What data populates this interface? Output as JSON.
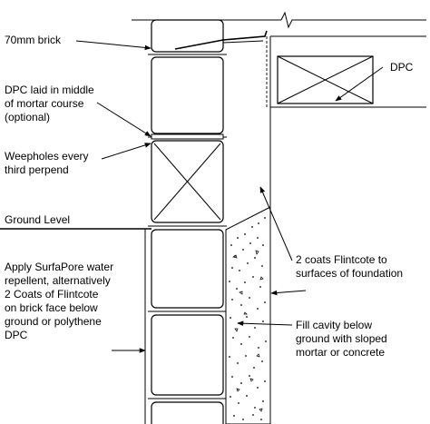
{
  "labels": {
    "brick": "70mm brick",
    "dpc_middle": [
      "DPC laid in middle",
      "of mortar course",
      "(optional)"
    ],
    "weepholes": [
      "Weepholes every",
      "third perpend"
    ],
    "ground_level": "Ground Level",
    "apply": [
      "Apply SurfaPore water",
      "repellent, alternatively",
      "2 Coats of Flintcote",
      "on brick face below",
      "ground or polythene",
      "DPC"
    ],
    "dpc_right": "DPC",
    "flintcote": [
      "2 coats Flintcote to",
      "surfaces of foundation"
    ],
    "fill_cavity": [
      "Fill cavity below",
      "ground with sloped",
      "mortar or concrete"
    ]
  },
  "colors": {
    "line": "#000000",
    "background": "#ffffff"
  }
}
